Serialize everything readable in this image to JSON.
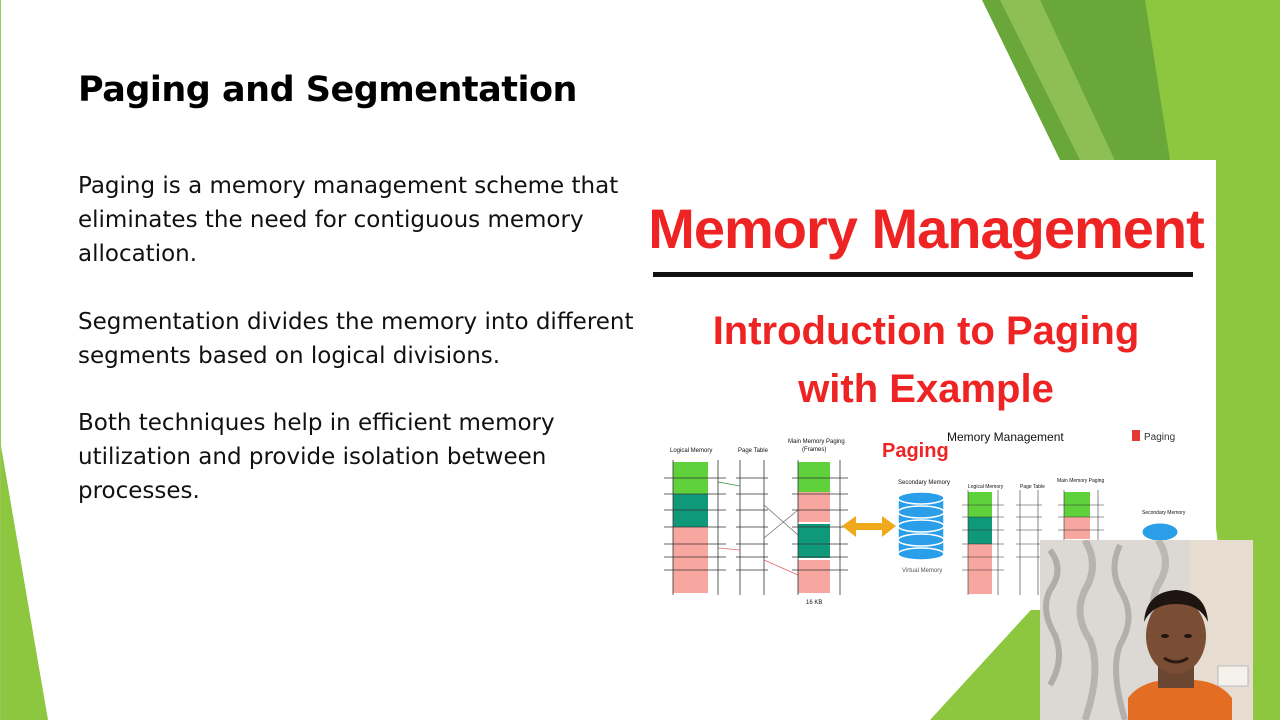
{
  "slide": {
    "title": "Paging and Segmentation",
    "paragraphs": [
      "Paging is a memory management scheme that eliminates the need for contiguous memory allocation.",
      "Segmentation divides the memory into different segments based on logical divisions.",
      "Both techniques help in efficient memory utilization and provide isolation between processes."
    ]
  },
  "thumbnail": {
    "heading": "Memory Management",
    "subheading_line1": "Introduction to Paging",
    "subheading_line2": "with Example",
    "diagram": {
      "logical_memory_label": "Logical Memory",
      "page_table_label": "Page Table",
      "main_memory_label": "Main Memory Paging",
      "frames_label": "(Frames)",
      "paging_label": "Paging",
      "secondary_memory_label": "Secondary Memory",
      "virtual_memory_label": "Virtual Memory",
      "size_label": "16 KB",
      "small_heading": "Memory Management",
      "small_tag": "Paging"
    }
  },
  "colors": {
    "green_light": "#8dc63f",
    "green_dark": "#6aa73b",
    "red_text": "#ee2424",
    "block_green": "#5fd13a",
    "block_teal": "#10987b",
    "block_pink": "#f7a6a0",
    "disk_blue": "#2a9ee8"
  }
}
